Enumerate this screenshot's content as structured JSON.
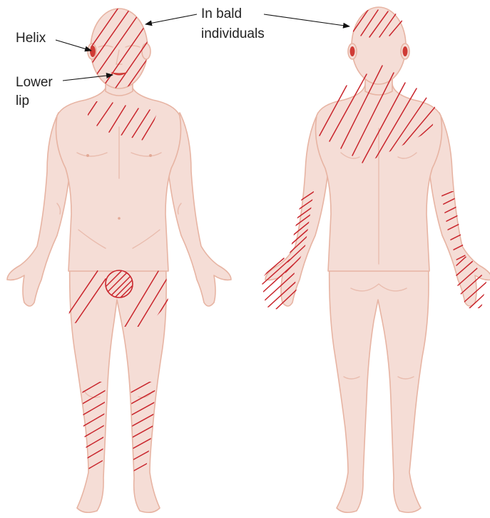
{
  "labels": {
    "helix": "Helix",
    "lower_lip": "Lower",
    "lower_lip_2": "lip",
    "bald": "In bald",
    "bald_2": "individuals"
  },
  "colors": {
    "skin": "#f5ddd6",
    "outline": "#e7b4a3",
    "hatch": "#c9252c",
    "text": "#222222"
  }
}
